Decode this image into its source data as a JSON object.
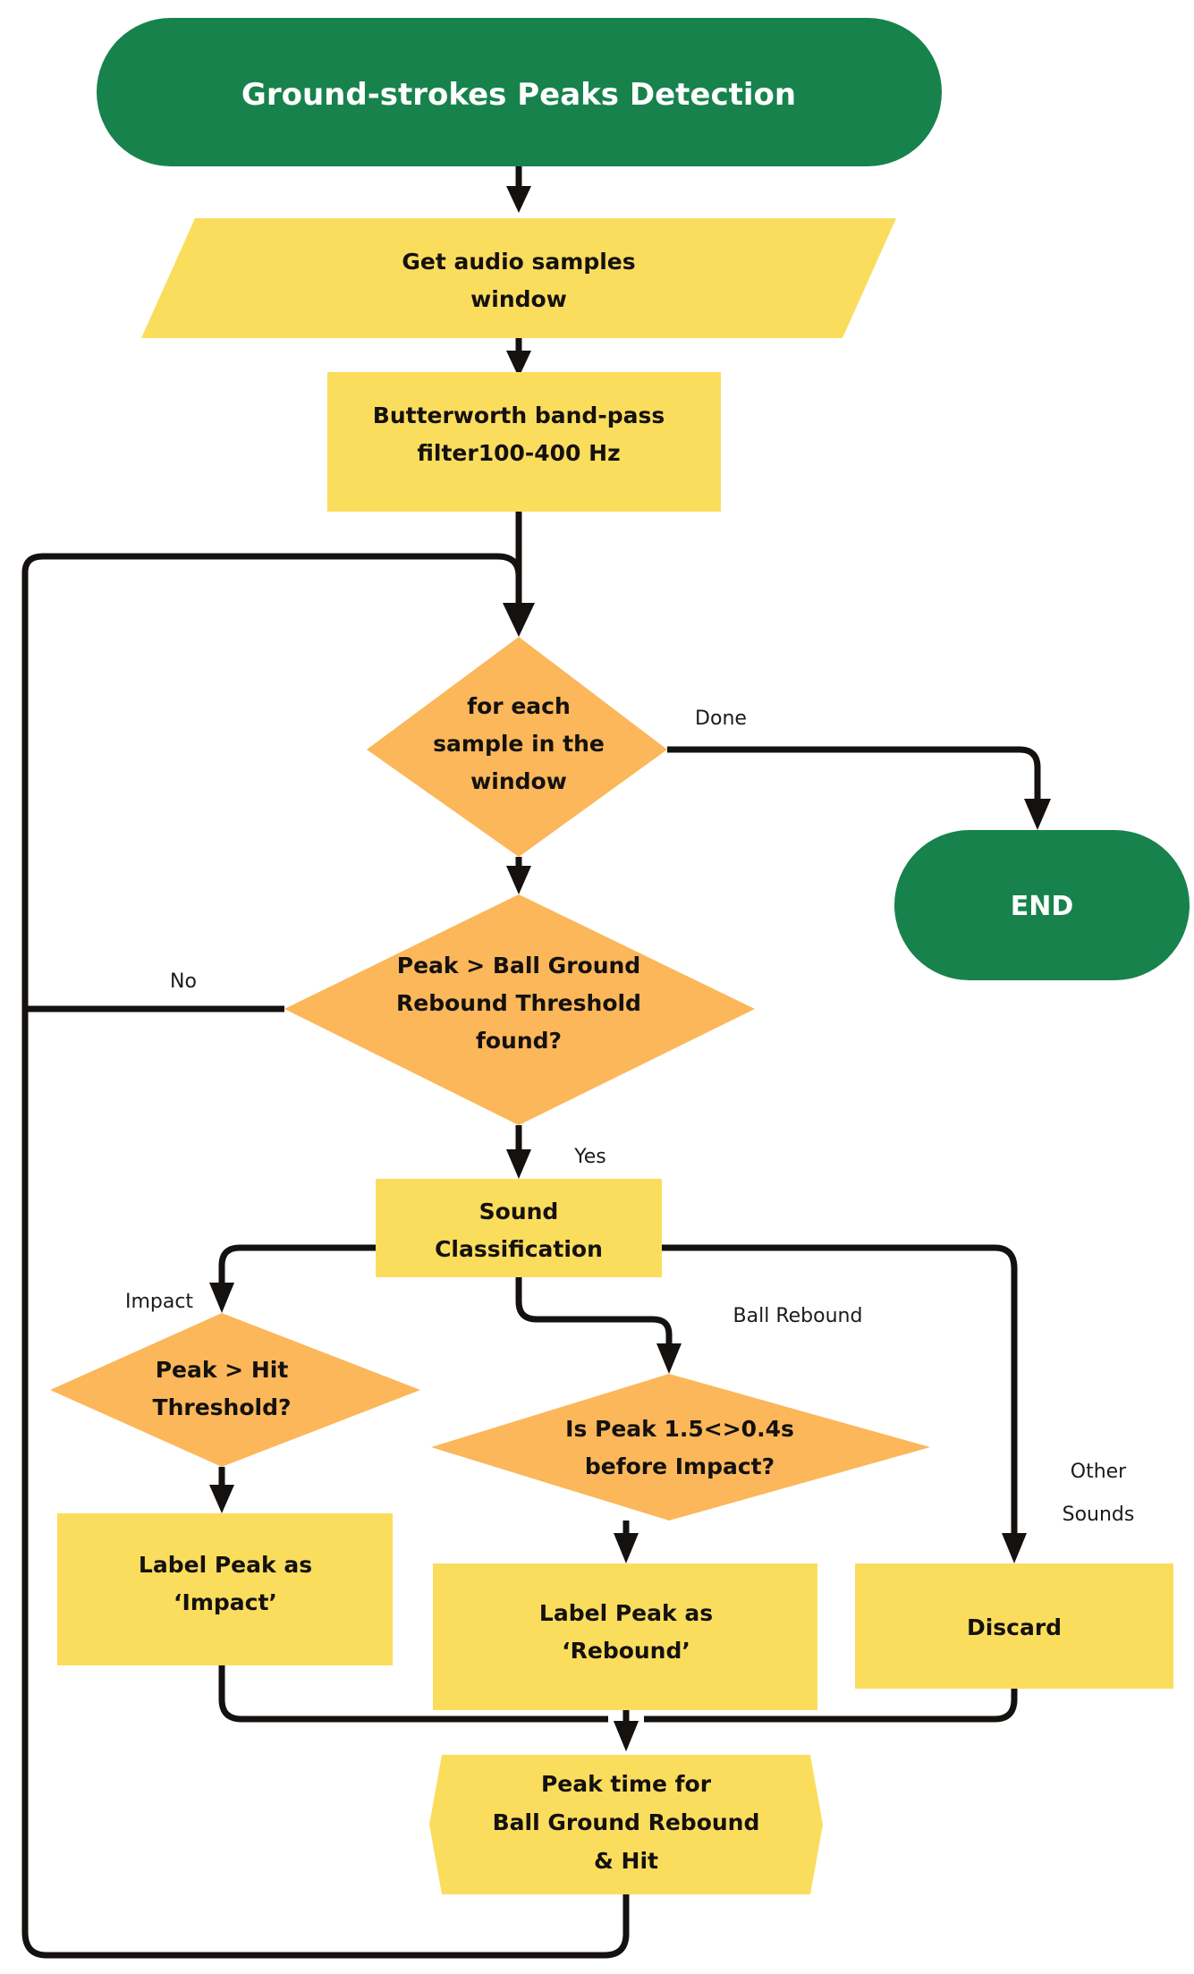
{
  "diagram": {
    "type": "flowchart",
    "title": "Ground-strokes Peaks Detection",
    "colors": {
      "terminator_green": "#17824C",
      "process_yellow": "#FBDD5E",
      "decision_orange": "#FBB75A",
      "line_black": "#14110F",
      "label_dark": "#1B1B1B",
      "background": "#FFFFFF"
    },
    "nodes": {
      "start": {
        "label": "Ground-strokes Peaks Detection",
        "shape": "stadium",
        "color": "#17824C"
      },
      "get_audio": {
        "label_line1": "Get audio samples",
        "label_line2": "window",
        "shape": "parallelogram",
        "color": "#FBDD5E"
      },
      "filter": {
        "label_line1": "Butterworth band-pass",
        "label_line2": "filter100-400 Hz",
        "shape": "rect",
        "color": "#FBDD5E"
      },
      "loop": {
        "label_line1": "for each",
        "label_line2": "sample in the",
        "label_line3": "window",
        "shape": "diamond",
        "color": "#FBB75A"
      },
      "end": {
        "label": "END",
        "shape": "stadium",
        "color": "#17824C"
      },
      "peak_thresh": {
        "label_line1": "Peak > Ball Ground",
        "label_line2": "Rebound Threshold",
        "label_line3": "found?",
        "shape": "diamond",
        "color": "#FBB75A"
      },
      "sound_class": {
        "label_line1": "Sound",
        "label_line2": "Classification",
        "shape": "rect",
        "color": "#FBDD5E"
      },
      "hit_thresh": {
        "label_line1": "Peak > Hit",
        "label_line2": "Threshold?",
        "shape": "diamond",
        "color": "#FBB75A"
      },
      "is_peak_before": {
        "label_line1": "Is Peak 1.5<>0.4s",
        "label_line2": "before Impact?",
        "shape": "diamond",
        "color": "#FBB75A"
      },
      "label_impact": {
        "label_line1": "Label Peak as",
        "label_line2": "‘Impact’",
        "shape": "rect",
        "color": "#FBDD5E"
      },
      "label_rebound": {
        "label_line1": "Label Peak as",
        "label_line2": "‘Rebound’",
        "shape": "rect",
        "color": "#FBDD5E"
      },
      "discard": {
        "label": "Discard",
        "shape": "rect",
        "color": "#FBDD5E"
      },
      "peak_time": {
        "label_line1": "Peak time for",
        "label_line2": "Ball Ground Rebound",
        "label_line3": "& Hit",
        "shape": "hexagon",
        "color": "#FBDD5E"
      }
    },
    "edge_labels": {
      "done": "Done",
      "no": "No",
      "yes": "Yes",
      "impact": "Impact",
      "ball_rebound": "Ball Rebound",
      "other_sounds_line1": "Other",
      "other_sounds_line2": "Sounds"
    }
  }
}
